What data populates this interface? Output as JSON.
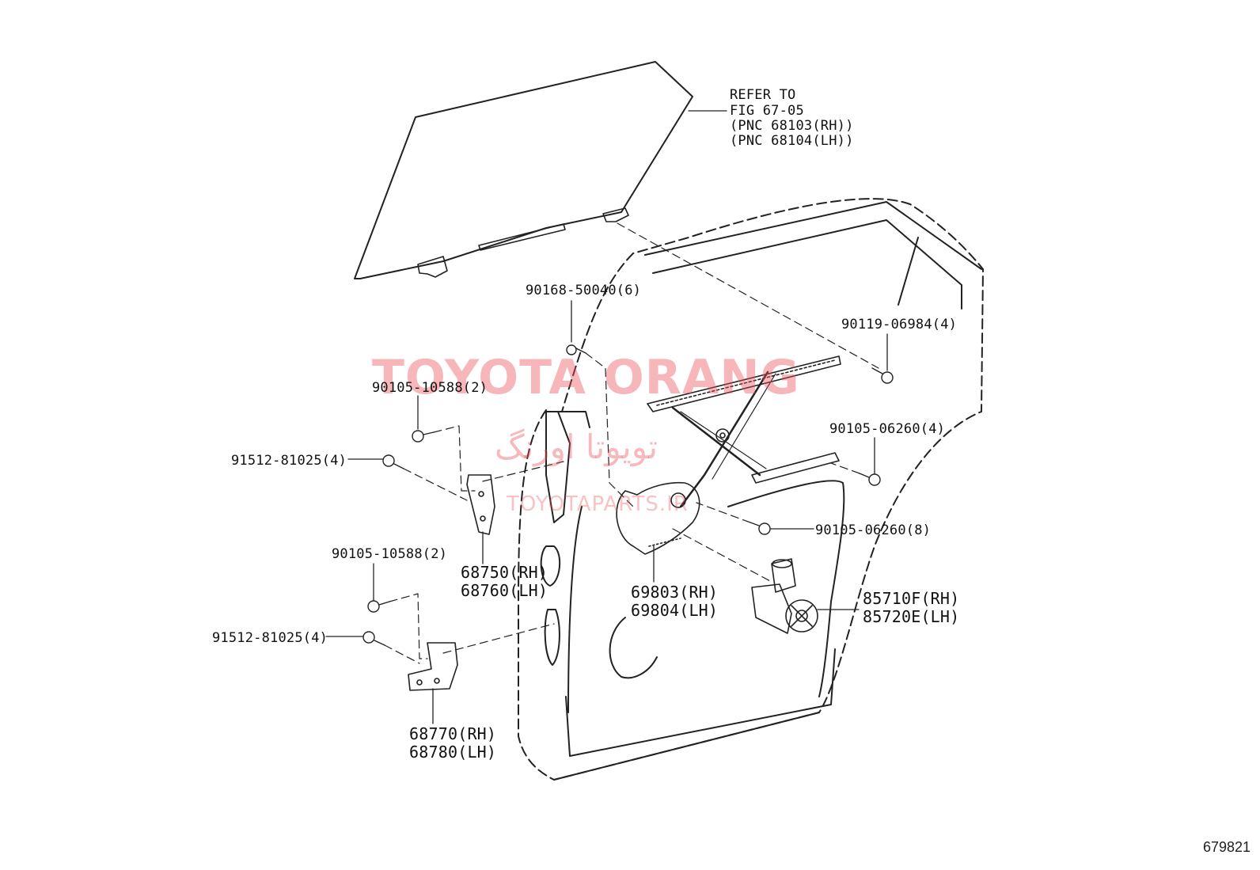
{
  "callouts": {
    "glass_note_line1": "REFER TO",
    "glass_note_line2": "FIG 67-05",
    "glass_note_line3": "(PNC 68103(RH))",
    "glass_note_line4": "(PNC 68104(LH))",
    "bolt_90168": "90168-50040(6)",
    "bolt_90119": "90119-06984(4)",
    "bolt_90105_upper": "90105-10588(2)",
    "bolt_90105_right": "90105-06260(4)",
    "bolt_91512_upper": "91512-81025(4)",
    "bolt_90105_center": "90105-06260(8)",
    "bolt_90105_lower": "90105-10588(2)",
    "bolt_91512_lower": "91512-81025(4)",
    "hinge_upper_rh": "68750(RH)",
    "hinge_upper_lh": "68760(LH)",
    "regulator_rh": "69803(RH)",
    "regulator_lh": "69804(LH)",
    "motor_rh": "85710F(RH)",
    "motor_lh": "85720E(LH)",
    "hinge_lower_rh": "68770(RH)",
    "hinge_lower_lh": "68780(LH)"
  },
  "watermark": {
    "brand": "TOYOTA ORANG",
    "persian": "تویوتا اورنگ",
    "site": "TOYOTAPARTS.IR"
  },
  "figure_number": "679821"
}
